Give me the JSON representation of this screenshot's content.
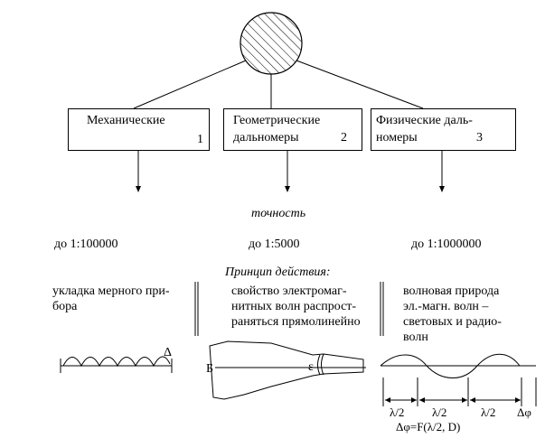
{
  "boxes": [
    {
      "name": "Механические",
      "number": "1"
    },
    {
      "name_line1": "Геометрические",
      "name_line2": "дальномеры",
      "number": "2"
    },
    {
      "name_line1": "Физические даль-",
      "name_line2": "номеры",
      "number": "3"
    }
  ],
  "accuracy_label": "точность",
  "accuracy_values": [
    "до 1:100000",
    "до 1:5000",
    "до 1:1000000"
  ],
  "principle_label": "Принцип действия:",
  "principles": [
    {
      "line1": "укладка мерного при-",
      "line2": "бора"
    },
    {
      "line1": "свойство электромаг-",
      "line2": "нитных волн распрост-",
      "line3": "раняться прямолинейно"
    },
    {
      "line1": "волновая природа",
      "line2": "эл.-магн. волн –",
      "line3": "световых и радио-",
      "line4": "волн"
    }
  ],
  "mech_symbol": "Δ",
  "geo_labels": {
    "left": "Б",
    "right": "ε"
  },
  "wave_labels": {
    "half_wave": "λ/2",
    "delta_phi": "Δφ",
    "formula": "Δφ=F(λ/2, D)"
  }
}
